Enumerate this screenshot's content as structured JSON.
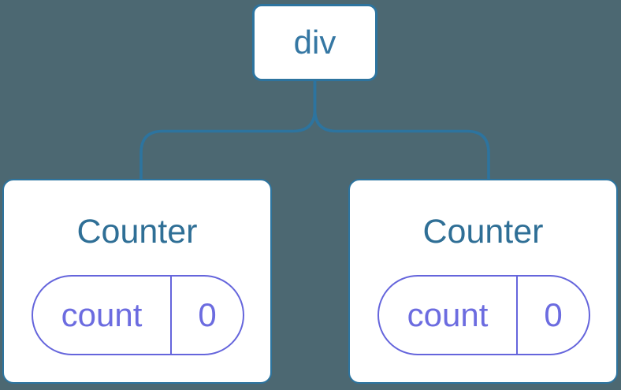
{
  "diagram": {
    "type": "component-tree",
    "tree": {
      "root": {
        "label": "div"
      },
      "children": [
        {
          "title": "Counter",
          "state": {
            "key": "count",
            "value": "0"
          }
        },
        {
          "title": "Counter",
          "state": {
            "key": "count",
            "value": "0"
          }
        }
      ]
    },
    "colors": {
      "background": "#4c6872",
      "connector_blue": "#2d749f",
      "node_border_blue": "#2d749f",
      "node_background": "#ffffff",
      "root_label_blue": "#3577a3",
      "title_blue": "#2f6f96",
      "state_purple": "#6c6ce0",
      "state_border_purple": "#6565dc"
    }
  }
}
